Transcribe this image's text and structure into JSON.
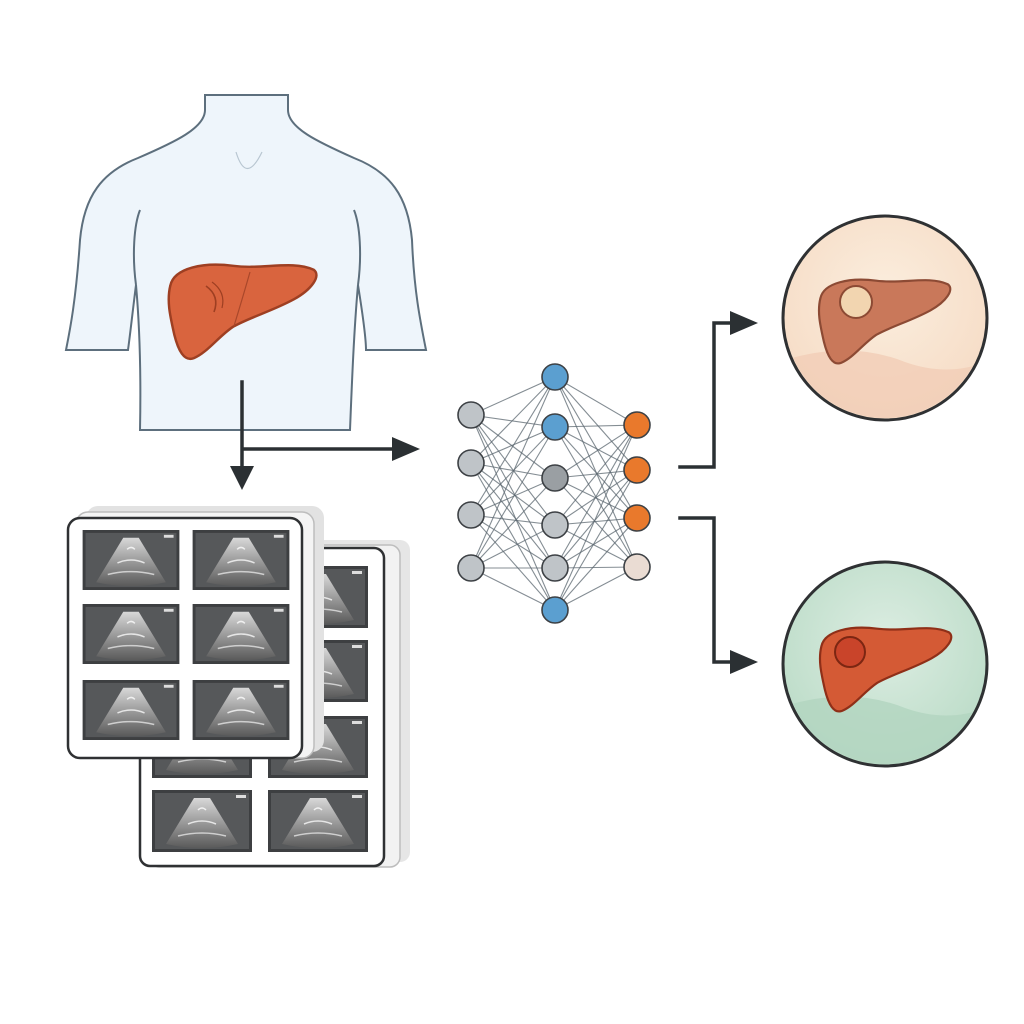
{
  "colors": {
    "liver": "#d9643e",
    "liver_outline": "#9e3f22",
    "body_fill": "#eef5fb",
    "body_outline": "#5d6f7d",
    "arrow": "#2b3033",
    "node_blue": "#5b9fd0",
    "node_gray": "#bfc4c8",
    "node_dark_gray": "#9a9fa3",
    "node_orange": "#e9792c",
    "node_beige": "#eadcd3",
    "outcome_top_bg": "#f8e6d3",
    "outcome_bottom_bg": "#cfe5d8",
    "scan_frame": "#ffffff",
    "scan_image": "#3a3c3e"
  },
  "icons": {
    "torso": "human-torso-icon",
    "liver": "liver-icon",
    "scans": "ultrasound-image-stack-icon",
    "network": "neural-network-icon",
    "outcome_top": "liver-with-lesion-icon",
    "outcome_bottom": "liver-with-lesion-icon"
  },
  "network": {
    "layers": [
      [
        "gray",
        "gray",
        "gray",
        "gray"
      ],
      [
        "blue",
        "blue",
        "dark-gray",
        "gray",
        "gray",
        "blue"
      ],
      [
        "orange",
        "orange",
        "orange",
        "beige"
      ]
    ]
  }
}
